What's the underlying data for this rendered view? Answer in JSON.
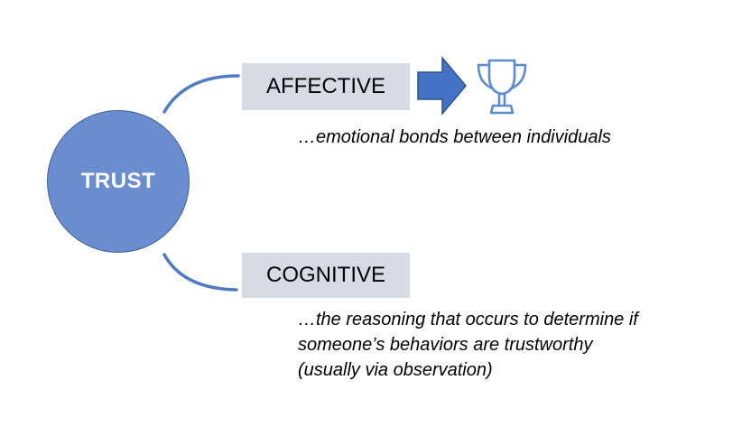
{
  "center": {
    "label": "TRUST"
  },
  "affective": {
    "label": "AFFECTIVE",
    "description": "…emotional bonds between individuals",
    "icon": "trophy-icon"
  },
  "cognitive": {
    "label": "COGNITIVE",
    "description_lines": [
      "…the reasoning that occurs to determine if",
      "someone’s behaviors are trustworthy",
      "(usually via observation)"
    ]
  },
  "colors": {
    "circle_fill": "#6a8dcf",
    "circle_stroke": "#3f5f9f",
    "connector": "#4f7bc4",
    "label_box_fill": "#d6dce4",
    "arrow_fill": "#4472c4",
    "trophy_stroke": "#5b8bd1"
  }
}
